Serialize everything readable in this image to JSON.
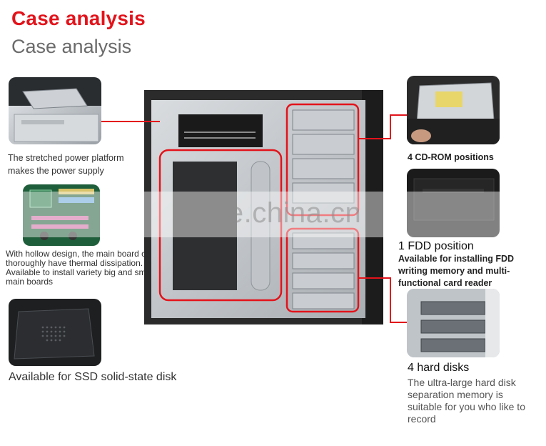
{
  "header": {
    "title_primary": "Case analysis",
    "title_secondary": "Case analysis"
  },
  "left_features": [
    {
      "text": "The stretched power platform makes the power supply"
    },
    {
      "text": "With hollow design, the main board can thoroughly have thermal dissipation.\nAvailable to install variety big and small main boards"
    },
    {
      "text": "Available for SSD solid-state disk"
    }
  ],
  "right_features": {
    "cdrom": {
      "label": "4 CD-ROM positions"
    },
    "fdd": {
      "title": "1 FDD position",
      "desc": "Available for installing FDD writing memory and multi-functional card reader"
    },
    "hdd": {
      "title": "4 hard disks",
      "desc": "The ultra-large hard disk separation memory is suitable for you who like to record"
    }
  },
  "watermark": {
    "text": "trade.china.cn"
  },
  "colors": {
    "accent": "#e3131b",
    "title_gray": "#6b6b6b",
    "case_dark": "#2b2b2b",
    "metal": "#c8cbce"
  }
}
